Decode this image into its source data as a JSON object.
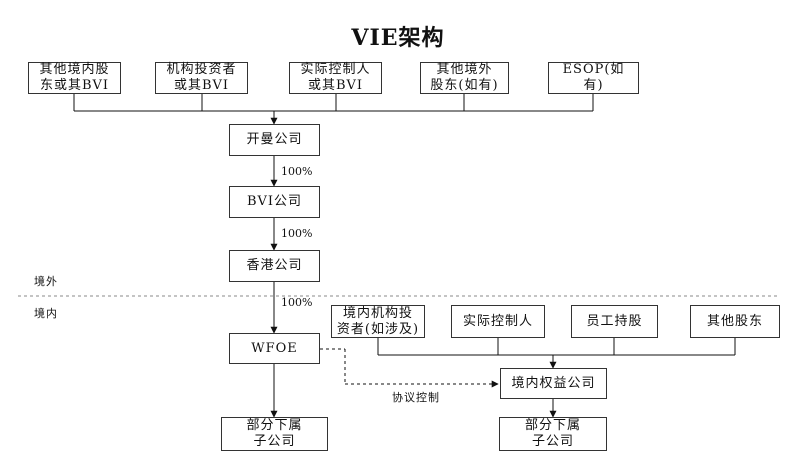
{
  "title": "VIE架构",
  "offshore_top": {
    "holders": [
      {
        "label": "其他境内股\n东或其BVI"
      },
      {
        "label": "机构投资者\n或其BVI"
      },
      {
        "label": "实际控制人\n或其BVI"
      },
      {
        "label": "其他境外\n股东(如有)"
      },
      {
        "label": "ESOP(如有)"
      }
    ]
  },
  "offshore_chain": {
    "cayman": "开曼公司",
    "bvi": "BVI公司",
    "hk": "香港公司",
    "pct1": "100%",
    "pct2": "100%",
    "pct3": "100%"
  },
  "regions": {
    "offshore": "境外",
    "onshore": "境内"
  },
  "onshore": {
    "wfoe": "WFOE",
    "wfoe_sub": "部分下属\n子公司",
    "holders": [
      {
        "label": "境内机构投\n资者(如涉及)"
      },
      {
        "label": "实际控制人"
      },
      {
        "label": "员工持股"
      },
      {
        "label": "其他股东"
      }
    ],
    "opco": "境内权益公司",
    "opco_sub": "部分下属\n子公司",
    "agreement": "协议控制"
  }
}
